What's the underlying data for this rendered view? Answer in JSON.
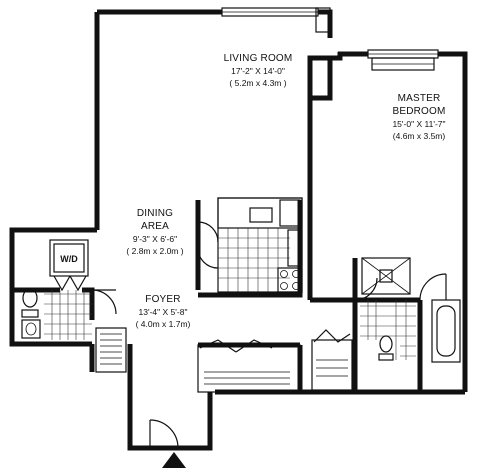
{
  "rooms": {
    "living_room": {
      "name": "LIVING ROOM",
      "dim_imperial": "17'-2\" X 14'-0\"",
      "dim_metric": "( 5.2m x 4.3m )"
    },
    "master_bedroom": {
      "name_line1": "MASTER",
      "name_line2": "BEDROOM",
      "dim_imperial": "15'-0\" X 11'-7\"",
      "dim_metric": "(4.6m x 3.5m)"
    },
    "dining_area": {
      "name_line1": "DINING",
      "name_line2": "AREA",
      "dim_imperial": "9'-3\" X 6'-6\"",
      "dim_metric": "( 2.8m x 2.0m )"
    },
    "foyer": {
      "name": "FOYER",
      "dim_imperial": "13'-4\" X 5'-8\"",
      "dim_metric": "( 4.0m x 1.7m)"
    }
  },
  "fixtures": {
    "washer_dryer": "W/D"
  }
}
